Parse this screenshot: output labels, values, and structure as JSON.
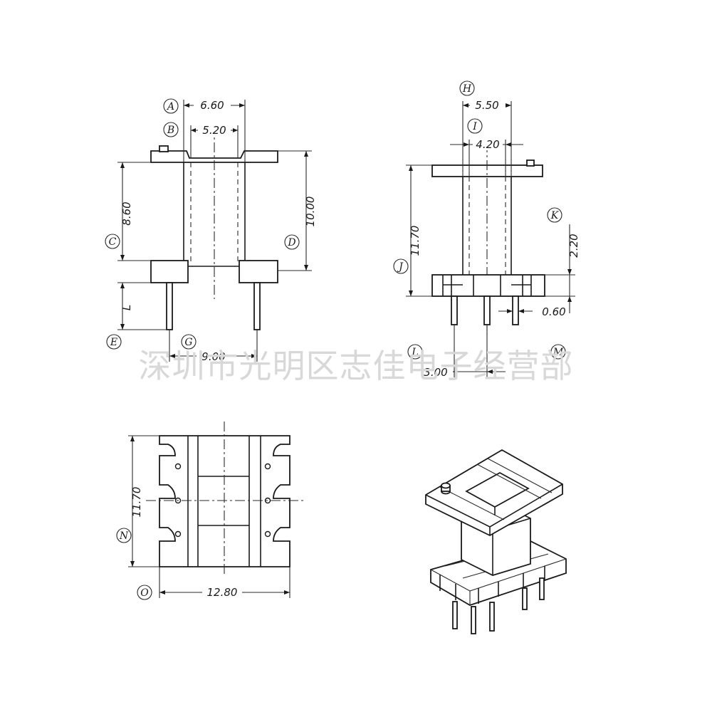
{
  "watermark": "深圳市光明区志佳电子经营部",
  "front_view": {
    "dims": {
      "A": "6.60",
      "B": "5.20",
      "C_height": "8.60",
      "D_height": "10.00",
      "L": "L",
      "pitch": "9.00"
    },
    "labels": [
      "A",
      "B",
      "C",
      "D",
      "E",
      "G"
    ]
  },
  "side_view": {
    "dims": {
      "H": "5.50",
      "I": "4.20",
      "J": "11.70",
      "K": "2.20",
      "pin": "0.60",
      "pitch": "3.00"
    },
    "labels": [
      "H",
      "I",
      "J",
      "K",
      "L",
      "M"
    ]
  },
  "bottom_view": {
    "dims": {
      "N": "11.70",
      "O": "12.80"
    },
    "labels": [
      "N",
      "O"
    ]
  }
}
